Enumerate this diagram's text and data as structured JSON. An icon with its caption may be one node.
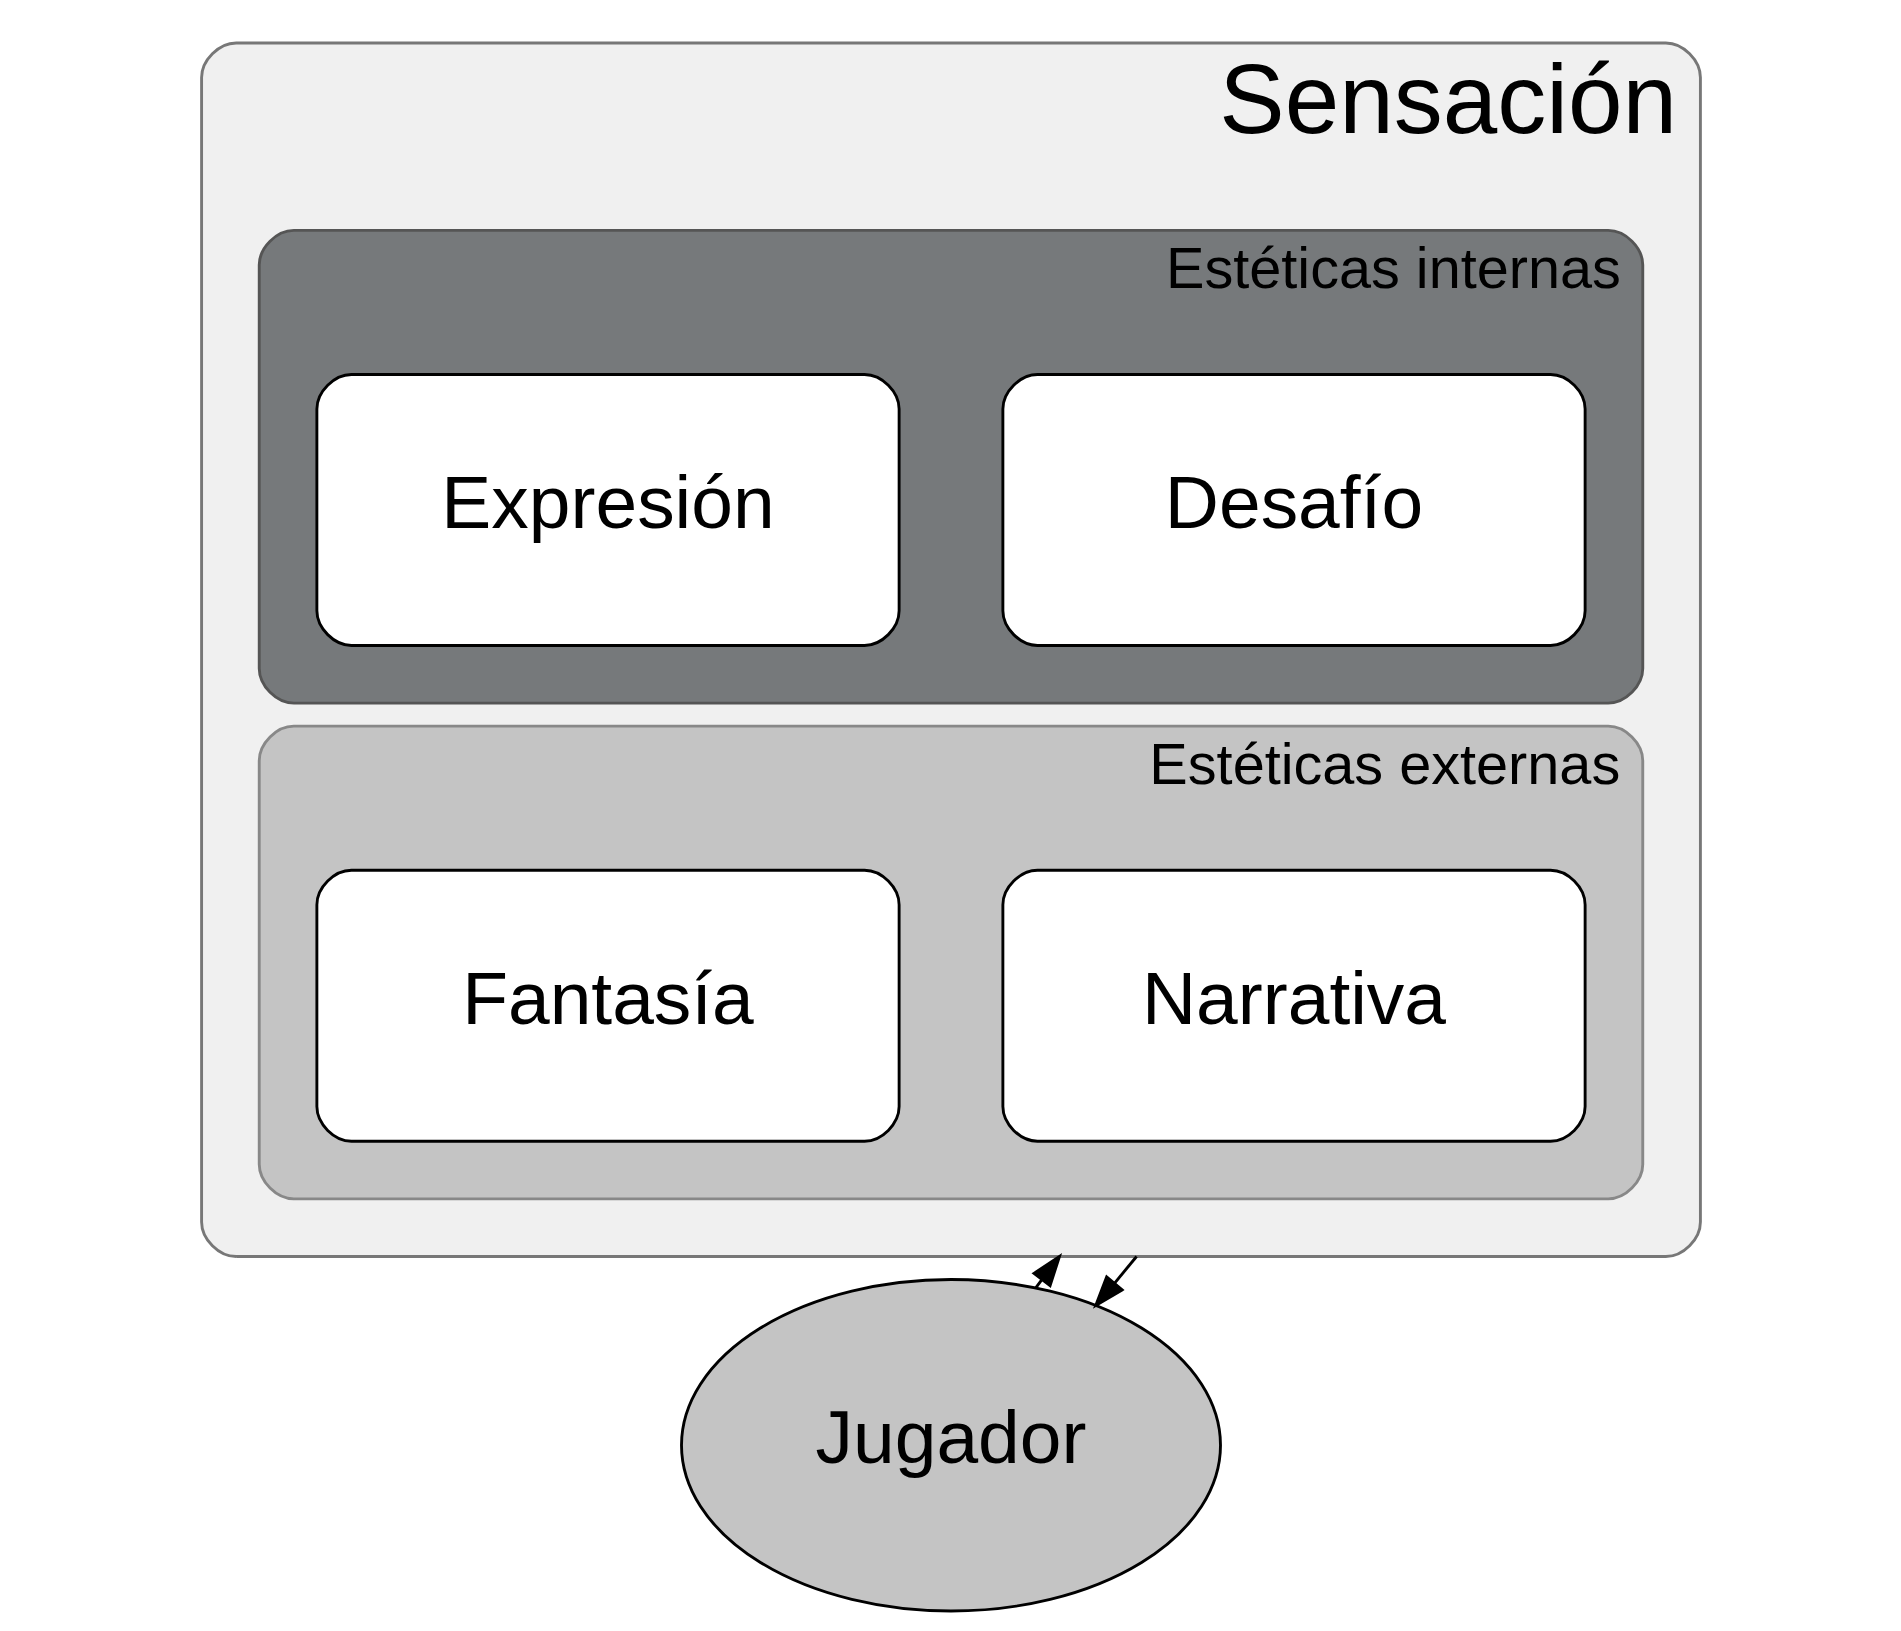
{
  "diagram": {
    "nodes": [
      {
        "text": [
          "Sensación"
        ]
      },
      {
        "text": [
          "Estéticas internas"
        ],
        "in": 0
      },
      {
        "text": [
          "Expresión"
        ],
        "in": 1
      },
      {
        "text": [
          "Desafío"
        ],
        "in": 1
      },
      {
        "text": [
          "Estéticas externas"
        ],
        "in": 0
      },
      {
        "text": [
          "Fantasía"
        ],
        "in": 4
      },
      {
        "text": [
          "Narrativa"
        ],
        "in": 4
      },
      {
        "text": [
          "Jugador"
        ]
      }
    ],
    "edges": [
      {
        "from": 7,
        "to": 0,
        "arrow": "to"
      },
      {
        "from": 0,
        "to": 7,
        "arrow": "to"
      }
    ]
  }
}
